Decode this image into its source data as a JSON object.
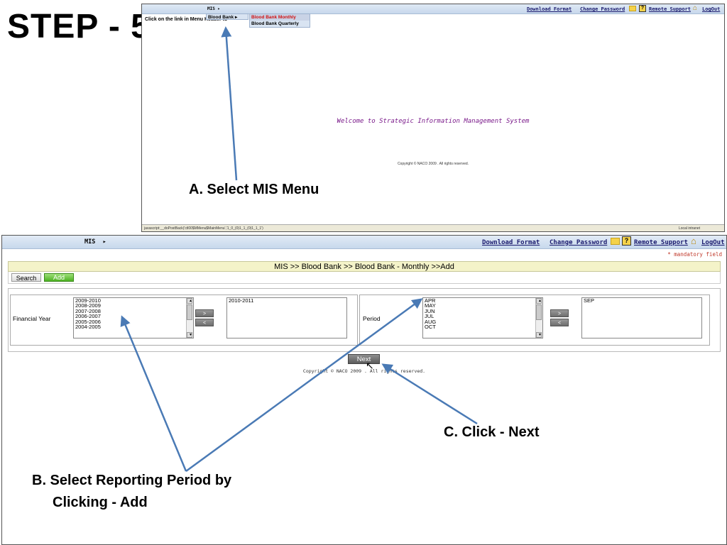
{
  "step_title": "STEP - 5",
  "top": {
    "menu_tab": "MIS",
    "menu_tab_arrow": "▸",
    "dropdown_item": "Blood Bank",
    "submenu": [
      "Blood Bank Monthly",
      "Blood Bank Quarterly"
    ],
    "hint": "Click on the link in Menu Header to",
    "links": [
      "Download Format",
      "Change Password",
      "Remote Support",
      "LogOut"
    ],
    "welcome": "Welcome to Strategic Information Management System",
    "copyright": "Copyright © NACO 2009 . All rights reserved.",
    "status_text": "javascript:__doPostBack('ctl00$MMenu$MainMenu','1_0_(0)1_1_(0)1_1_1')",
    "status_zone": "Local intranet"
  },
  "caption_a": "A.  Select MIS Menu",
  "bottom": {
    "menu_tab": "MIS",
    "menu_tab_arrow": "▸",
    "links": [
      "Download Format",
      "Change Password",
      "Remote Support",
      "LogOut"
    ],
    "mandatory": "* mandatory field",
    "breadcrumb": "MIS >> Blood Bank >> Blood Bank - Monthly >>Add",
    "search_label": "Search",
    "add_label": "Add",
    "financial_year_label": "Financial Year",
    "financial_years": [
      "2009-2010",
      "2008-2009",
      "2007-2008",
      "2006-2007",
      "2005-2006",
      "2004-2005"
    ],
    "selected_years": [
      "2010-2011"
    ],
    "period_label": "Period",
    "periods": [
      "APR",
      "MAY",
      "JUN",
      "JUL",
      "AUG",
      "OCT"
    ],
    "selected_periods": [
      "SEP"
    ],
    "move_right": ">",
    "move_left": "<",
    "next_label": "Next",
    "copyright": "Copyright © NACO 2009 . All rights reserved."
  },
  "caption_b_line1": "B. Select Reporting Period by",
  "caption_b_line2": "Clicking  - Add",
  "caption_c": "C. Click - Next",
  "colors": {
    "arrow": "#4a7ab5",
    "add_button": "#4db222",
    "welcome": "#7a1a8a",
    "breadcrumb_bg": "#f4f3c9"
  }
}
